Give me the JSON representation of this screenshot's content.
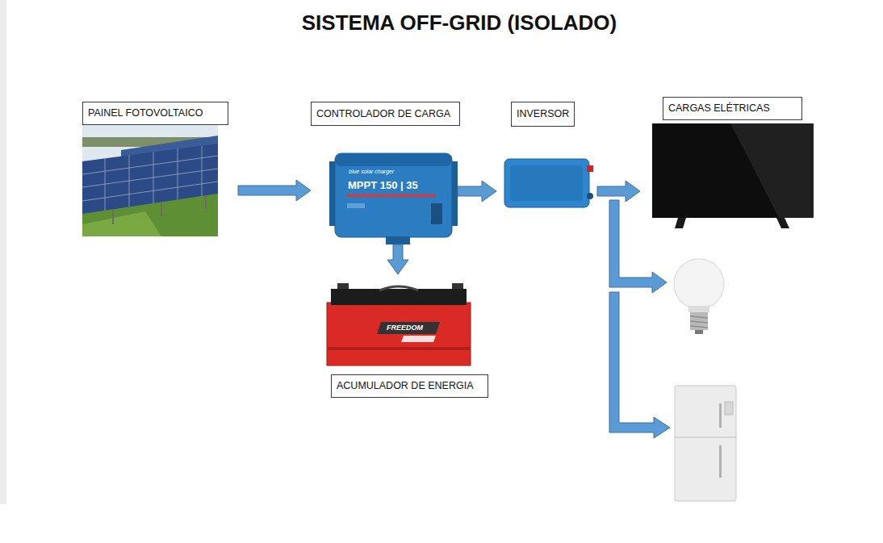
{
  "diagram": {
    "title": "SISTEMA OFF-GRID (ISOLADO)",
    "nodes": [
      {
        "text": [
          "PAINEL FOTOVOLTAICO"
        ]
      },
      {
        "text": [
          "CONTROLADOR DE CARGA"
        ]
      },
      {
        "text": [
          "INVERSOR"
        ]
      },
      {
        "text": [
          "CARGAS ELÉTRICAS"
        ]
      },
      {
        "text": [
          "ACUMULADOR DE ENERGIA"
        ]
      }
    ],
    "edges": [
      {
        "from": 0,
        "to": 1,
        "arrow": "to"
      },
      {
        "from": 1,
        "to": 2,
        "arrow": "to"
      },
      {
        "from": 2,
        "to": 3,
        "arrow": "to"
      },
      {
        "from": 1,
        "to": 4,
        "arrow": "to"
      }
    ],
    "labels": [
      "blue solar charger",
      "MPPT 150 | 35",
      "FREEDOM"
    ]
  }
}
